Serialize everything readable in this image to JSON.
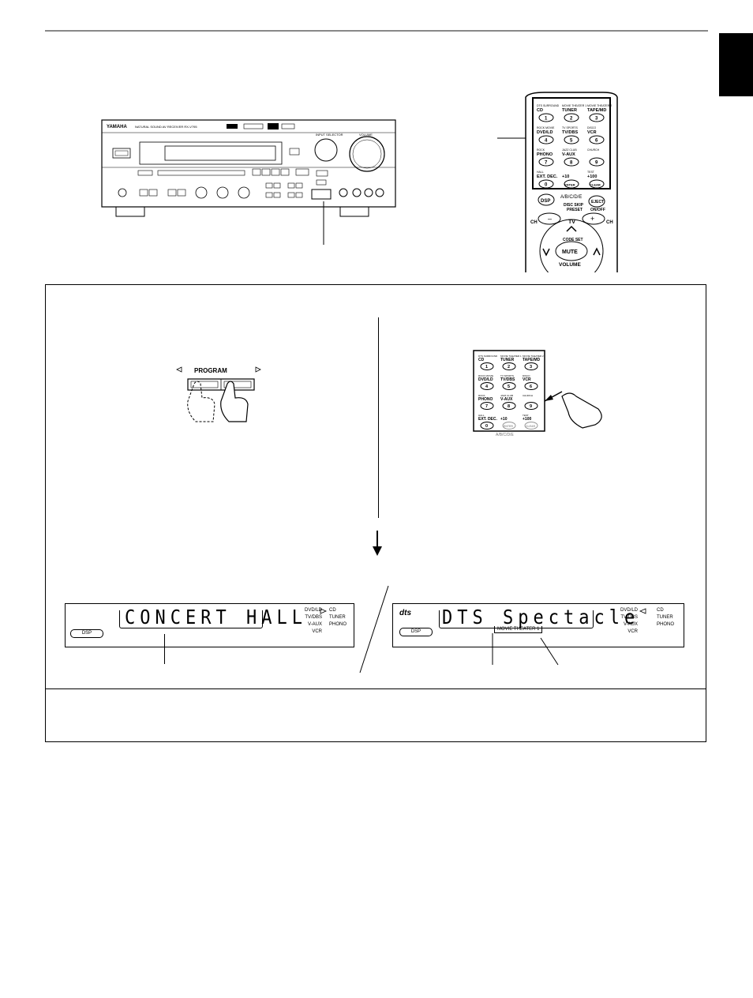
{
  "receiver": {
    "brand": "YAMAHA",
    "model_line": "NATURAL SOUND   AV RECEIVER RX-V795",
    "knob_input": "INPUT SELECTOR",
    "knob_volume": "VOLUME"
  },
  "remote_top": {
    "rows": [
      [
        {
          "top": "DTS SURROUND",
          "label": "CD",
          "num": "1"
        },
        {
          "top": "MOVIE THEATER 1",
          "label": "TUNER",
          "num": "2"
        },
        {
          "top": "MOVIE THEATER 2",
          "label": "TAPE/MD",
          "num": "3"
        }
      ],
      [
        {
          "top": "ROCK MOVIE",
          "label": "DVD/LD",
          "num": "4"
        },
        {
          "top": "TV SPORTS",
          "label": "TV/DBS",
          "num": "5"
        },
        {
          "top": "DISCO",
          "label": "VCR",
          "num": "6"
        }
      ],
      [
        {
          "top": "ROCK",
          "label": "PHONO",
          "num": "7"
        },
        {
          "top": "JAZZ CLUB",
          "label": "V-AUX",
          "num": "8"
        },
        {
          "top": "CHURCH",
          "label": "",
          "num": "9"
        }
      ],
      [
        {
          "top": "HALL",
          "label": "EXT. DEC.",
          "num": "0"
        },
        {
          "top": "",
          "label": "+10",
          "num": "ENTER"
        },
        {
          "top": "TEST",
          "label": "+100",
          "num": "CLEAR"
        }
      ]
    ],
    "abcde": "A/B/C/D/E",
    "dsp": "DSP",
    "disc_skip": "DISC SKIP",
    "preset": "PRESET",
    "eject": "EJECT",
    "on_off": "ON/OFF",
    "ch_left": "CH",
    "ch_right": "CH",
    "tv": "TV",
    "code_set": "CODE SET",
    "mute": "MUTE",
    "volume": "VOLUME",
    "minus": "–",
    "plus": "+"
  },
  "program_label": "PROGRAM",
  "remote_small": {
    "cells": [
      {
        "top": "DTS SURROUND",
        "label": "CD",
        "num": "1"
      },
      {
        "top": "MOVIE THEATER 1",
        "label": "TUNER",
        "num": "2"
      },
      {
        "top": "MOVIE THEATER 2",
        "label": "TAPE/MD",
        "num": "3"
      },
      {
        "top": "ROCK MOVIE",
        "label": "DVD/LD",
        "num": "4"
      },
      {
        "top": "TV SPORTS",
        "label": "TV/DBS",
        "num": "5"
      },
      {
        "top": "DISCO",
        "label": "VCR",
        "num": "6"
      },
      {
        "top": "ROCK",
        "label": "PHONO",
        "num": "7"
      },
      {
        "top": "JAZZ CLUB",
        "label": "V-AUX",
        "num": "8"
      },
      {
        "top": "CHURCH",
        "label": "",
        "num": "9"
      },
      {
        "top": "HALL",
        "label": "EXT. DEC.",
        "num": "0"
      },
      {
        "top": "",
        "label": "+10",
        "num": "ENTER"
      },
      {
        "top": "TEST",
        "label": "+100",
        "num": "CLEAR"
      }
    ],
    "abcde": "A/B/C/D/E"
  },
  "display_left": {
    "text": "CONCERT HALL",
    "dsp": "DSP",
    "inputs_col1": [
      "DVD/LD",
      "TV/DBS",
      "V-AUX",
      "VCR"
    ],
    "inputs_col2": [
      "CD",
      "TUNER",
      "PHONO"
    ]
  },
  "display_right": {
    "logo": "dts",
    "text": "DTS Spectacle",
    "subtext": "MOVIE  THEATER  1",
    "dsp": "DSP",
    "inputs_col1": [
      "DVD/LD",
      "TV/DBS",
      "V-AUX",
      "VCR"
    ],
    "inputs_col2": [
      "CD",
      "TUNER",
      "PHONO"
    ]
  }
}
